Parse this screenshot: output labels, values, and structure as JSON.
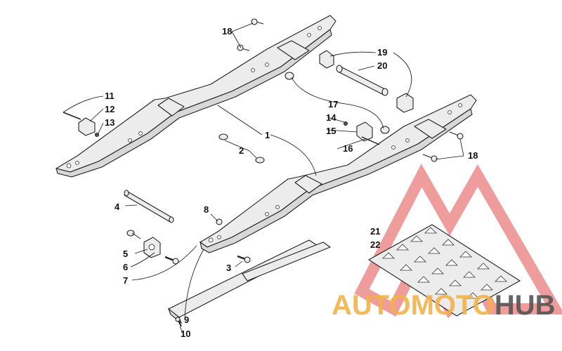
{
  "diagram": {
    "callouts": [
      {
        "id": "1",
        "text": "1"
      },
      {
        "id": "2",
        "text": "2"
      },
      {
        "id": "3",
        "text": "3"
      },
      {
        "id": "4",
        "text": "4"
      },
      {
        "id": "5",
        "text": "5"
      },
      {
        "id": "6",
        "text": "6"
      },
      {
        "id": "7",
        "text": "7"
      },
      {
        "id": "8",
        "text": "8"
      },
      {
        "id": "9",
        "text": "9"
      },
      {
        "id": "10",
        "text": "10"
      },
      {
        "id": "11",
        "text": "11"
      },
      {
        "id": "12",
        "text": "12"
      },
      {
        "id": "13",
        "text": "13"
      },
      {
        "id": "14",
        "text": "14"
      },
      {
        "id": "15",
        "text": "15"
      },
      {
        "id": "16",
        "text": "16"
      },
      {
        "id": "17",
        "text": "17"
      },
      {
        "id": "18a",
        "text": "18"
      },
      {
        "id": "18b",
        "text": "18"
      },
      {
        "id": "19",
        "text": "19"
      },
      {
        "id": "20",
        "text": "20"
      },
      {
        "id": "21",
        "text": "21"
      },
      {
        "id": "22",
        "text": "22"
      }
    ]
  },
  "watermark": {
    "part1": "AUTO",
    "part2": "MOTO",
    "part3": "HUB",
    "colors": {
      "auto": "#f2b24a",
      "moto": "#f2b24a",
      "hub": "#555555",
      "logo": "#e24a4a"
    }
  }
}
